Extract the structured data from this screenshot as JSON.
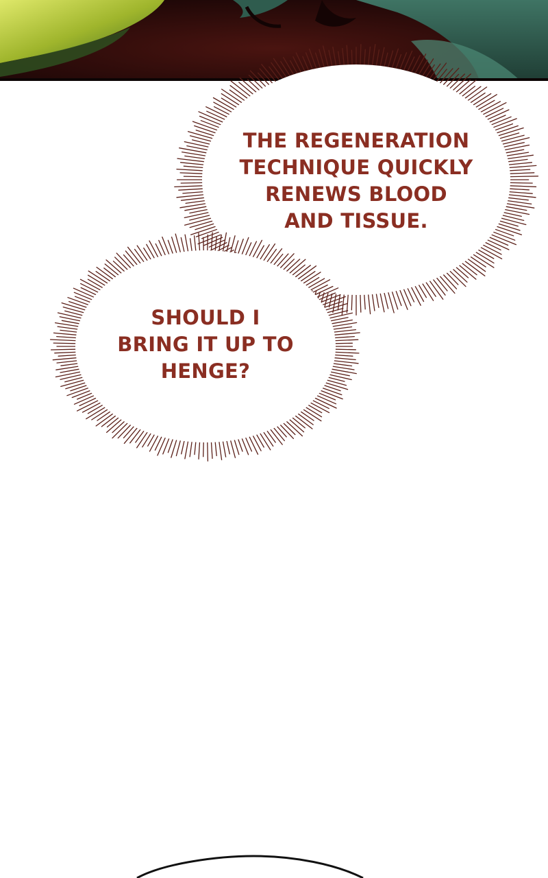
{
  "colors": {
    "dialogue_text": "#8a2e22",
    "burst_stroke": "#5a1f18",
    "panel_dark": "#2a0c0a",
    "panel_green": "#b9c93a",
    "panel_teal": "#2f5c4e",
    "panel_border": "#0d0505",
    "background": "#ffffff"
  },
  "bubbles": [
    {
      "type": "thought-burst",
      "text": "THE REGENERATION\nTECHNIQUE QUICKLY\nRENEWS BLOOD\nAND TISSUE."
    },
    {
      "type": "thought-burst",
      "text": "SHOULD I\nBRING IT UP TO\nHENGE?"
    }
  ]
}
